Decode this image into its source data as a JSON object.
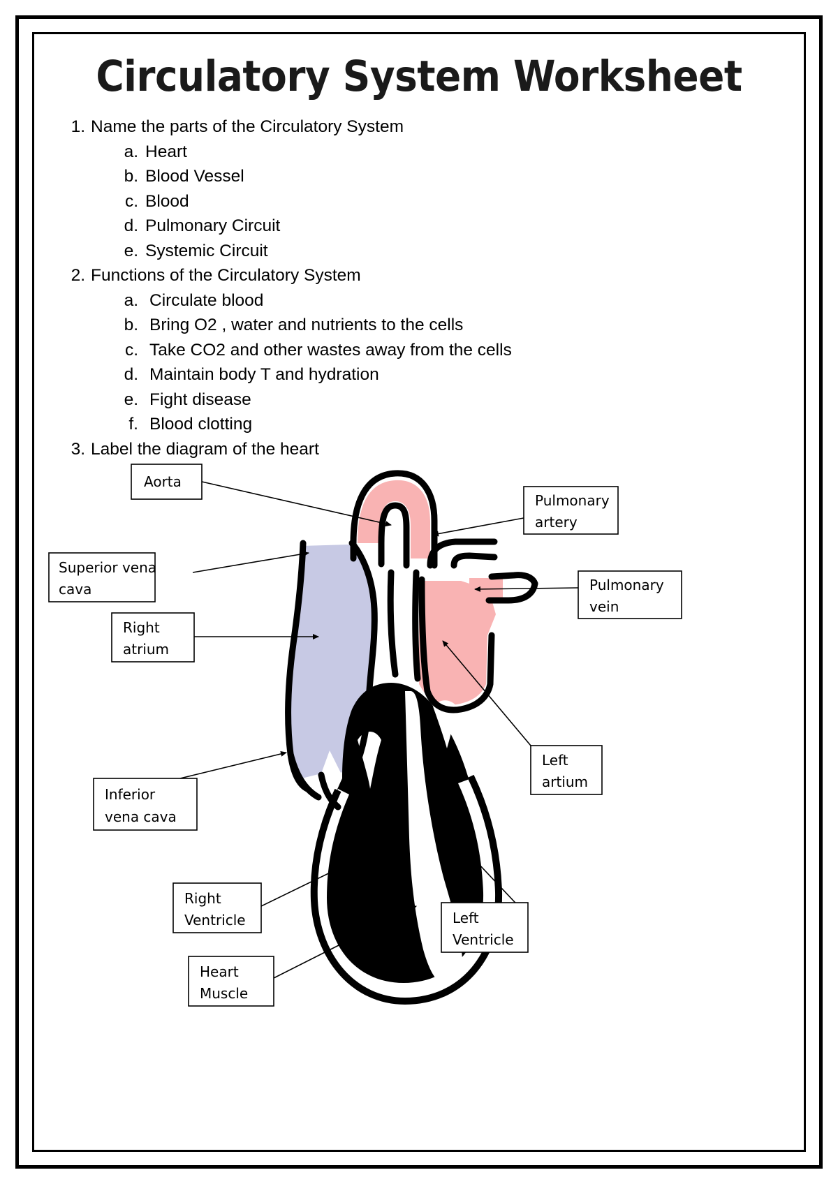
{
  "document": {
    "title": "Circulatory System Worksheet"
  },
  "questions": [
    {
      "number": "1.",
      "text": "Name the parts of the Circulatory System",
      "subitems": [
        {
          "marker": "a.",
          "text": "Heart"
        },
        {
          "marker": "b.",
          "text": "Blood Vessel"
        },
        {
          "marker": "c.",
          "text": "Blood"
        },
        {
          "marker": "d.",
          "text": "Pulmonary Circuit"
        },
        {
          "marker": "e.",
          "text": "Systemic Circuit"
        }
      ]
    },
    {
      "number": "2.",
      "text": "Functions of the Circulatory System",
      "subitems": [
        {
          "marker": "a.",
          "text": "Circulate blood"
        },
        {
          "marker": "b.",
          "text": "Bring O2 , water and nutrients to the cells"
        },
        {
          "marker": "c.",
          "text": "Take CO2 and other wastes away from the cells"
        },
        {
          "marker": "d.",
          "text": "Maintain body T and hydration"
        },
        {
          "marker": "e.",
          "text": "Fight disease"
        },
        {
          "marker": "f.",
          "text": "Blood clotting"
        }
      ]
    },
    {
      "number": "3.",
      "text": "Label the diagram of the heart",
      "subitems": []
    }
  ],
  "diagram": {
    "name": "heart-anatomy-diagram",
    "colors": {
      "oxygenated": "#f9b3b3",
      "deoxygenated": "#c7c9e4",
      "muscle": "#000000",
      "outline": "#000000"
    },
    "labels": [
      {
        "id": "aorta",
        "lines": [
          "Aorta"
        ]
      },
      {
        "id": "pulmonary-artery",
        "lines": [
          "Pulmonary",
          "artery"
        ]
      },
      {
        "id": "superior-vena-cava",
        "lines": [
          "Superior vena",
          "cava"
        ]
      },
      {
        "id": "pulmonary-vein",
        "lines": [
          "Pulmonary",
          "vein"
        ]
      },
      {
        "id": "right-atrium",
        "lines": [
          "Right",
          "atrium"
        ]
      },
      {
        "id": "left-atrium",
        "lines": [
          "Left",
          "artium"
        ]
      },
      {
        "id": "inferior-vena-cava",
        "lines": [
          "Inferior",
          "vena cava"
        ]
      },
      {
        "id": "right-ventricle",
        "lines": [
          "Right",
          "Ventricle"
        ]
      },
      {
        "id": "left-ventricle",
        "lines": [
          "Left",
          "Ventricle"
        ]
      },
      {
        "id": "heart-muscle",
        "lines": [
          "Heart",
          "Muscle"
        ]
      }
    ]
  }
}
